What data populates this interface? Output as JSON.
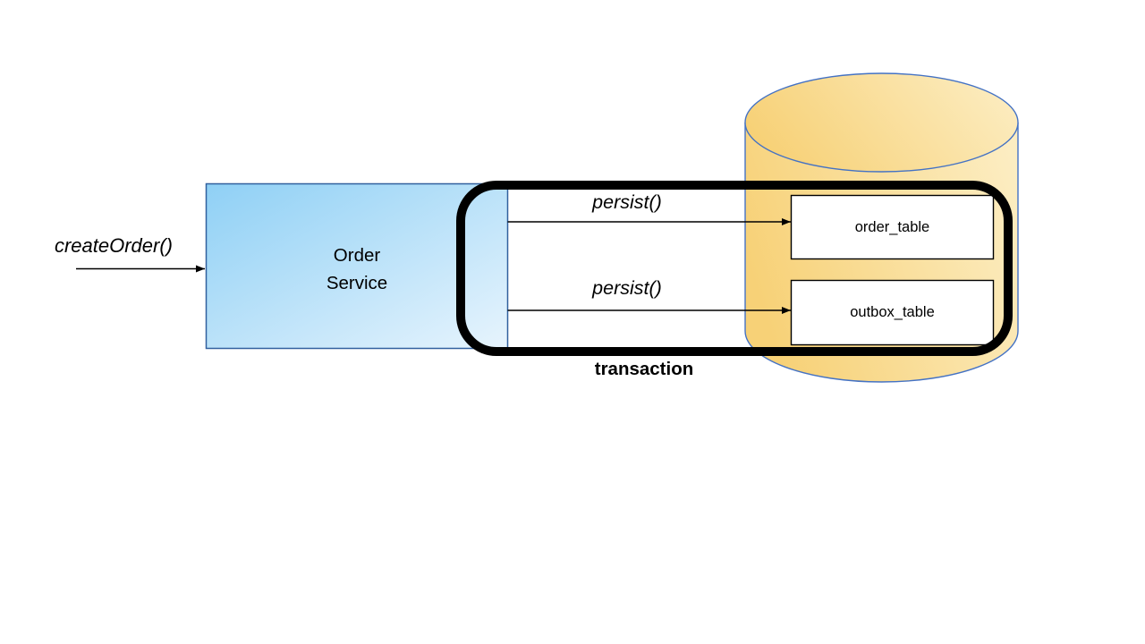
{
  "caller": {
    "label": "createOrder()"
  },
  "service": {
    "name_line1": "Order",
    "name_line2": "Service"
  },
  "calls": [
    {
      "label": "persist()"
    },
    {
      "label": "persist()"
    }
  ],
  "transaction": {
    "label": "transaction"
  },
  "database": {
    "tables": [
      {
        "name": "order_table"
      },
      {
        "name": "outbox_table"
      }
    ]
  },
  "colors": {
    "background": "#FFFFFF",
    "text": "#000000",
    "line": "#000000",
    "service_fill_start": "#8FD0F5",
    "service_fill_end": "#E7F4FD",
    "service_border": "#31609E",
    "db_fill_start": "#F7D177",
    "db_fill_end": "#FCEDC2",
    "db_border": "#4472C4",
    "table_fill": "#FFFFFF",
    "table_border": "#000000",
    "transaction_border": "#000000"
  }
}
